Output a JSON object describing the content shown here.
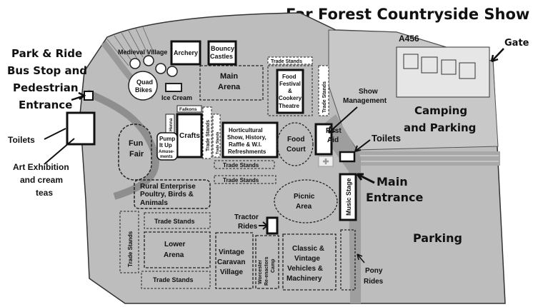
{
  "title": "Far Forest Countryside Show",
  "colors": {
    "site": "#bdbdbd",
    "site_light": "#cfcfcf",
    "road": "#9a9a9a",
    "outline": "#1a1a1a",
    "first_aid": "#ffffff"
  },
  "labels": {
    "park_ride_1": "Park & Ride",
    "park_ride_2": "Bus Stop and",
    "park_ride_3": "Pedestrian",
    "park_ride_4": "Entrance",
    "toilets_left": "Toilets",
    "art_1": "Art Exhibition",
    "art_2": "and cream",
    "art_3": "teas",
    "a456": "A456",
    "gate": "Gate",
    "show_mgmt_1": "Show",
    "show_mgmt_2": "Management",
    "camping_1": "Camping",
    "camping_2": "and Parking",
    "toilets_right": "Toilets",
    "main_entrance_1": "Main",
    "main_entrance_2": "Entrance",
    "parking": "Parking",
    "first_aid_1": "First",
    "first_aid_2": "Aid"
  },
  "areas": {
    "medieval_village": "Medieval Village",
    "archery": "Archery",
    "bouncy_1": "Bouncy",
    "bouncy_2": "Castles",
    "quad_1": "Quad",
    "quad_2": "Bikes",
    "ice_cream": "Ice Cream",
    "main_arena_1": "Main",
    "main_arena_2": "Arena",
    "trade_stands_top": "Trade Stands",
    "food_festival_1": "Food",
    "food_festival_2": "Festival",
    "food_festival_3": "&",
    "food_festival_4": "Cookery",
    "food_festival_5": "Theatre",
    "trade_stands_right_col": "Trade Stands",
    "falconry": "Falkons",
    "crafts": "Crafts",
    "trade_stands_mid_col": "Trade Stands",
    "trade_stands_narrow_col": "Trade Stands",
    "henna": "Henna",
    "pump_1": "Pump",
    "pump_2": "It Up",
    "pump_3": "Amuse-",
    "pump_4": "ments",
    "horti_1": "Horticultural",
    "horti_2": "Show, History,",
    "horti_3": "Raffle & W.I.",
    "horti_4": "Refreshments",
    "food_court_1": "Food",
    "food_court_2": "Court",
    "fun_fair_1": "Fun",
    "fun_fair_2": "Fair",
    "trade_stands_row1": "Trade Stands",
    "trade_stands_row2": "Trade Stands",
    "rural_1": "Rural Enterprise",
    "rural_2": "Poultry, Birds &",
    "rural_3": "Animals",
    "picnic_1": "Picnic",
    "picnic_2": "Area",
    "music_stage": "Music Stage",
    "tractor_1": "Tractor",
    "tractor_2": "Rides",
    "trade_stands_left_col": "Trade Stands",
    "trade_stands_lower1": "Trade Stands",
    "lower_arena_1": "Lower",
    "lower_arena_2": "Arena",
    "trade_stands_lower2": "Trade Stands",
    "vintage_caravan_1": "Vintage",
    "vintage_caravan_2": "Caravan",
    "vintage_caravan_3": "Village",
    "reenactors_1": "Worcester",
    "reenactors_2": "Re-enactors",
    "reenactors_3": "Camp",
    "classic_1": "Classic &",
    "classic_2": "Vintage",
    "classic_3": "Vehicles &",
    "classic_4": "Machinery",
    "pony_1": "Pony",
    "pony_2": "Rides"
  }
}
